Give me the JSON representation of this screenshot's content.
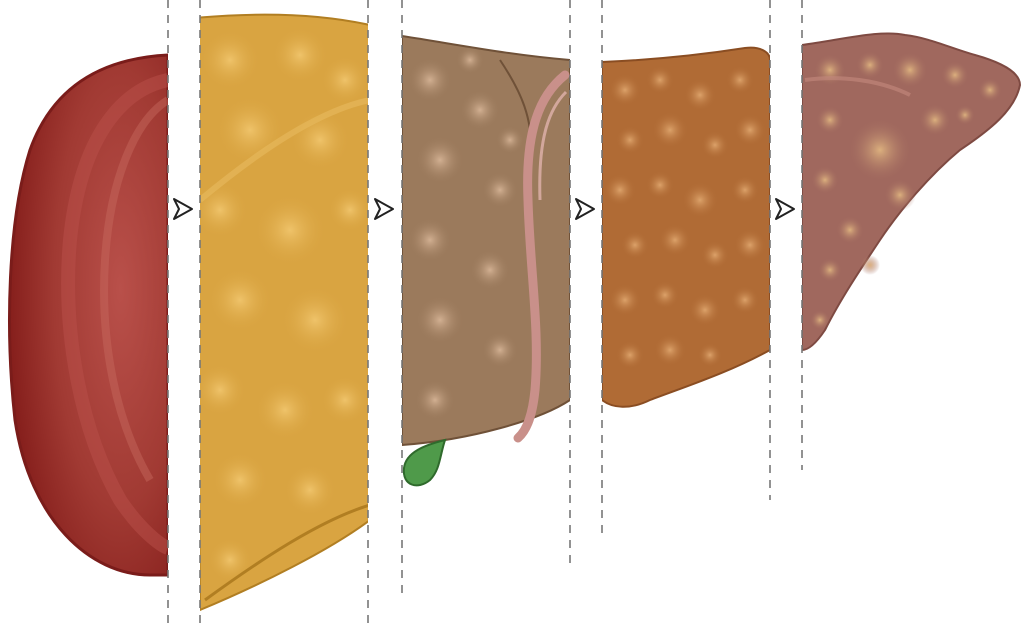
{
  "diagram": {
    "background": "#ffffff",
    "stages": [
      {
        "name": "healthy-liver",
        "fill": "#9c2f2a",
        "edge": "#7a1c1a",
        "highlight": "#b9504a"
      },
      {
        "name": "fatty-liver",
        "fill": "#d9a441",
        "edge": "#b17e22",
        "highlight": "#e8bb5f"
      },
      {
        "name": "liver-fibrosis",
        "fill": "#9b7a5c",
        "edge": "#6f5138",
        "highlight": "#c4a084"
      },
      {
        "name": "liver-cirrhosis",
        "fill": "#b06b35",
        "edge": "#8a4d22",
        "highlight": "#d49a62"
      },
      {
        "name": "liver-cancer",
        "fill": "#a0685e",
        "edge": "#7e4a42",
        "highlight": "#d3a57a"
      }
    ],
    "gallbladder_color": "#4f9a4a",
    "bile_duct_color": "#c9908a",
    "arrow_icon": "progression-arrow-icon",
    "divider_color": "#777777"
  }
}
